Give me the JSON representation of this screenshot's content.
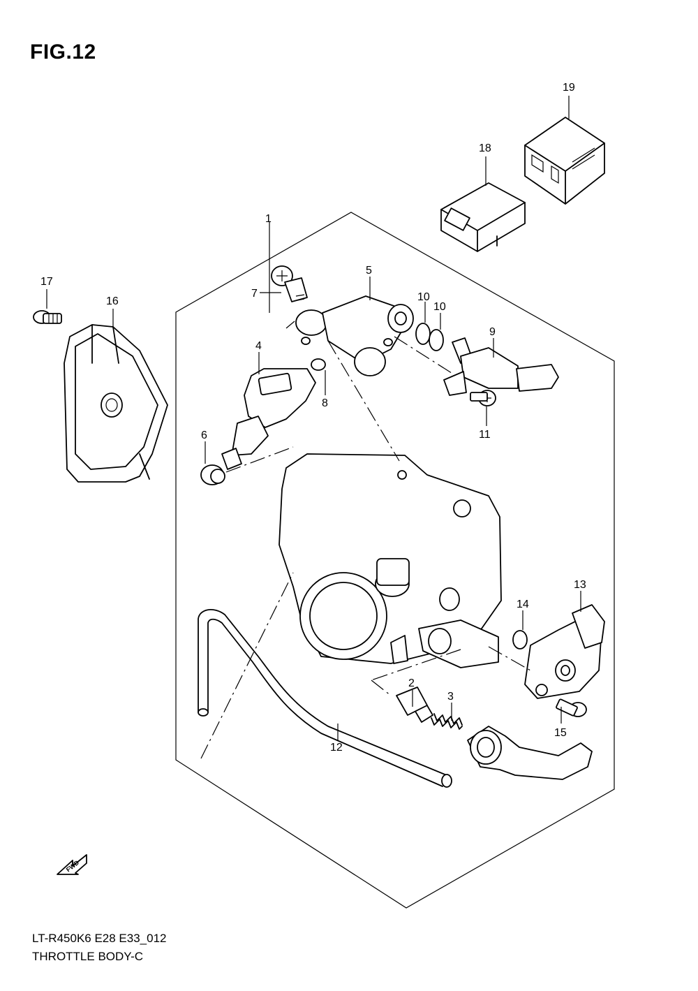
{
  "header": {
    "figure": "FIG.12"
  },
  "footer": {
    "model": "LT-R450K6 E28 E33_012",
    "title": "THROTTLE BODY-C"
  },
  "fwd_label": "FWD",
  "callouts": [
    {
      "id": "c1",
      "label": "1"
    },
    {
      "id": "c2",
      "label": "2"
    },
    {
      "id": "c3",
      "label": "3"
    },
    {
      "id": "c4",
      "label": "4"
    },
    {
      "id": "c5",
      "label": "5"
    },
    {
      "id": "c6",
      "label": "6"
    },
    {
      "id": "c7",
      "label": "7"
    },
    {
      "id": "c8",
      "label": "8"
    },
    {
      "id": "c9",
      "label": "9"
    },
    {
      "id": "c10a",
      "label": "10"
    },
    {
      "id": "c10b",
      "label": "10"
    },
    {
      "id": "c11",
      "label": "11"
    },
    {
      "id": "c12",
      "label": "12"
    },
    {
      "id": "c13",
      "label": "13"
    },
    {
      "id": "c14",
      "label": "14"
    },
    {
      "id": "c15",
      "label": "15"
    },
    {
      "id": "c16",
      "label": "16"
    },
    {
      "id": "c17",
      "label": "17"
    },
    {
      "id": "c18",
      "label": "18"
    },
    {
      "id": "c19",
      "label": "19"
    }
  ]
}
